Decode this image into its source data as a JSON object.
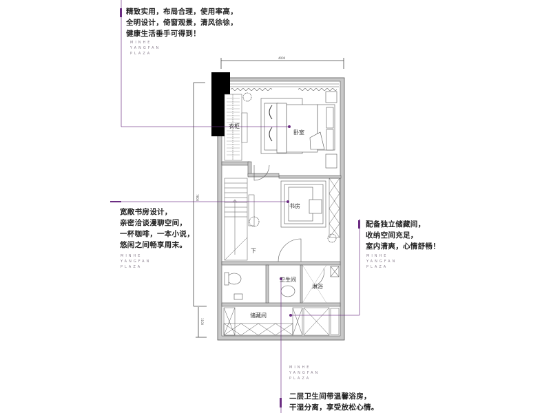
{
  "annotations": {
    "top": {
      "lines": [
        "精致实用，布局合理，使用率高，",
        "全明设计，倚窗观景，清风徐徐，",
        "健康生活垂手可得到！"
      ]
    },
    "left": {
      "lines": [
        "宽敞书房设计，",
        "亲密洽谈漫聊空间，",
        "一杯咖啡，一本小说，",
        "悠闲之间畅享周末。"
      ]
    },
    "right": {
      "lines": [
        "配备独立储藏间，",
        "收纳空间充足，",
        "室内清爽，心情舒畅！"
      ]
    },
    "bottom": {
      "lines": [
        "二层卫生间带温馨浴房，",
        "干湿分离，享受放松心情。"
      ]
    }
  },
  "brand": {
    "line1": "MINHE",
    "line2": "YANGFAN",
    "line3": "PLAZA"
  },
  "rooms": {
    "wardrobe": "衣柜",
    "bedroom": "卧室",
    "study": "书房",
    "stairs_down": "下",
    "bathroom": "卫生间",
    "shower": "淋浴",
    "storage": "储藏间"
  },
  "dimensions": {
    "width": "4000",
    "height": "7800",
    "storage_depth": "1100"
  },
  "colors": {
    "accent": "#6b2c82",
    "wall": "#c8c8c8",
    "line": "#333333"
  }
}
